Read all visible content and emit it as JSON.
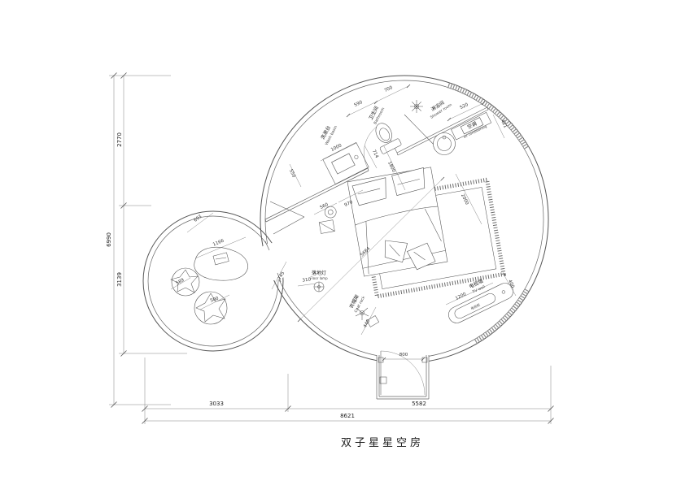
{
  "title": "双子星星空房",
  "labels": {
    "wash_basin_cn": "洗漱台",
    "wash_basin_en": "Wash basin",
    "bathroom_cn": "卫生间",
    "bathroom_en": "Bathroom",
    "shower_cn": "淋浴间",
    "shower_en": "Shower room",
    "ac_cn": "空调",
    "ac_en": "air conditioning",
    "floor_lamp_cn": "落地灯",
    "floor_lamp_en": "Floor lamp",
    "coat_rack_cn": "衣帽架",
    "coat_rack_en": "Coat rack",
    "tv_wall_cn": "电视墙",
    "tv_wall_en": "TV wall",
    "tv_cabinet_cn": "电视柜"
  },
  "dims": {
    "d590": "590",
    "d700": "700",
    "d520": "520",
    "d421": "421",
    "d1000": "1000",
    "d714": "714",
    "d1800": "1800",
    "d550": "550",
    "d560": "560",
    "d970": "970",
    "d2000": "2000",
    "d5684": "5684",
    "d745": "745",
    "d310": "310",
    "d1166": "1166",
    "d693": "693",
    "d589": "589",
    "d500": "500",
    "d1200": "1200",
    "d400": "400",
    "d440": "440",
    "d800": "800",
    "left_top": "2770",
    "left_bottom": "3139",
    "left_overall": "6990",
    "bottom_left": "3033",
    "bottom_right": "5582",
    "bottom_overall": "8621"
  }
}
